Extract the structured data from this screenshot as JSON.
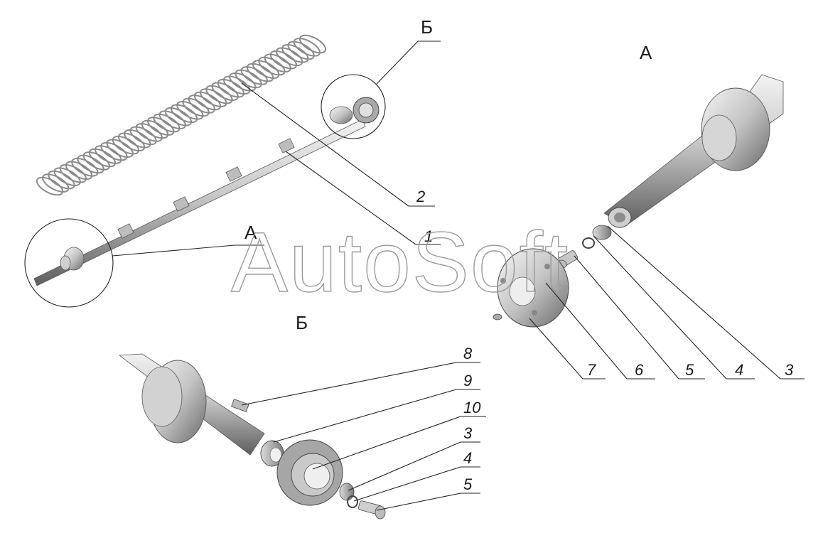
{
  "view_labels": {
    "view_b_top": "Б",
    "view_a_right": "А",
    "view_a_left": "А",
    "view_b_detail": "Б"
  },
  "watermark": "AutoSoft",
  "callouts": [
    {
      "id": "c2",
      "text": "2"
    },
    {
      "id": "c1",
      "text": "1"
    },
    {
      "id": "c7",
      "text": "7"
    },
    {
      "id": "c6",
      "text": "6"
    },
    {
      "id": "c5a",
      "text": "5"
    },
    {
      "id": "c4a",
      "text": "4"
    },
    {
      "id": "c3a",
      "text": "3"
    },
    {
      "id": "c8",
      "text": "8"
    },
    {
      "id": "c9",
      "text": "9"
    },
    {
      "id": "c10",
      "text": "10"
    },
    {
      "id": "c3b",
      "text": "3"
    },
    {
      "id": "c4b",
      "text": "4"
    },
    {
      "id": "c5b",
      "text": "5"
    }
  ],
  "colors": {
    "metal_light": "#e4e4e4",
    "metal_mid": "#b8b8b8",
    "metal_dark": "#6e6e6e",
    "line": "#222222",
    "watermark": "#9a9a9a"
  }
}
